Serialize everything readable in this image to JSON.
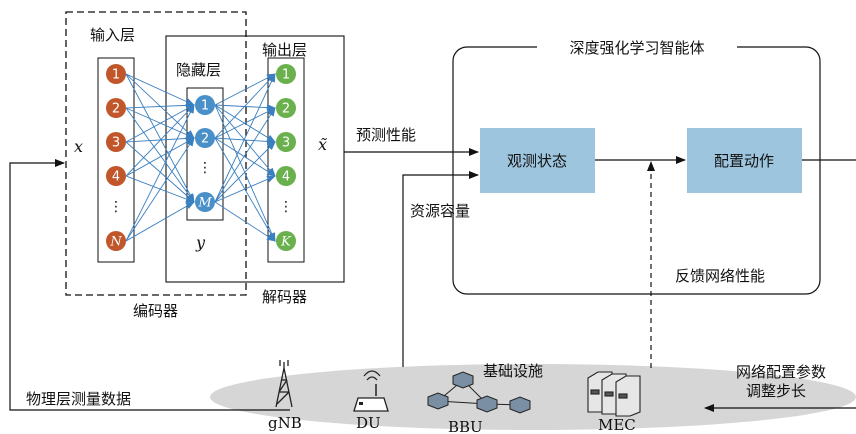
{
  "encoder": {
    "input_layer_label": "输入层",
    "hidden_layer_label": "隐藏层",
    "label": "编码器",
    "input_var": "x",
    "hidden_var": "y",
    "input_nodes": [
      "1",
      "2",
      "3",
      "4",
      "⋮",
      "N"
    ],
    "hidden_nodes": [
      "1",
      "2",
      "⋮",
      "M"
    ]
  },
  "decoder": {
    "output_layer_label": "输出层",
    "label": "解码器",
    "output_var": "x̃",
    "output_nodes": [
      "1",
      "2",
      "3",
      "4",
      "⋮",
      "K"
    ]
  },
  "agent": {
    "title": "深度强化学习智能体",
    "observe_state": "观测状态",
    "config_action": "配置动作",
    "predicted_perf": "预测性能",
    "resource_capacity": "资源容量",
    "feedback": "反馈网络性能"
  },
  "infrastructure": {
    "title": "基础设施",
    "physical_measure": "物理层测量数据",
    "net_config_line1": "网络配置参数",
    "net_config_line2": "调整步长",
    "gnb": "gNB",
    "du": "DU",
    "bbu": "BBU",
    "mec": "MEC"
  },
  "colors": {
    "input_node": "#c0562a",
    "hidden_node": "#4a90c8",
    "output_node": "#6ab04c",
    "state_box": "#9ec5de",
    "ellipse": "#d6d6d6",
    "arrow": "#3a7fc0"
  }
}
